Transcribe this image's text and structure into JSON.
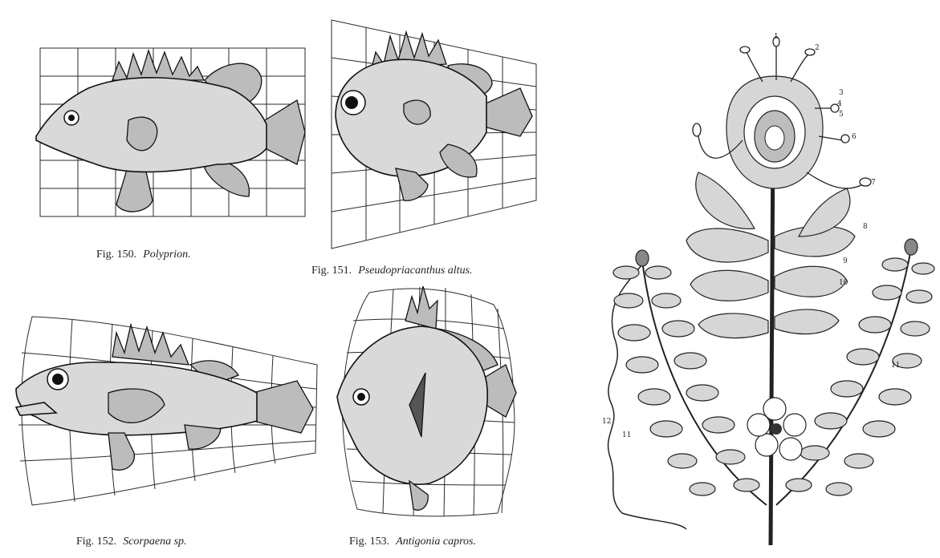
{
  "figures": [
    {
      "fig": "Fig. 150.",
      "name": "Polyprion."
    },
    {
      "fig": "Fig. 151.",
      "name": "Pseudopriacanthus altus."
    },
    {
      "fig": "Fig. 152.",
      "name": "Scorpaena sp."
    },
    {
      "fig": "Fig. 153.",
      "name": "Antigonia capros."
    }
  ],
  "plant_labels": [
    "1",
    "2",
    "3",
    "4",
    "5",
    "6",
    "7",
    "8",
    "9",
    "10",
    "11",
    "11",
    "12"
  ],
  "colors": {
    "ink": "#111111",
    "paper": "#ffffff",
    "stipple": "#bcbcbc"
  }
}
